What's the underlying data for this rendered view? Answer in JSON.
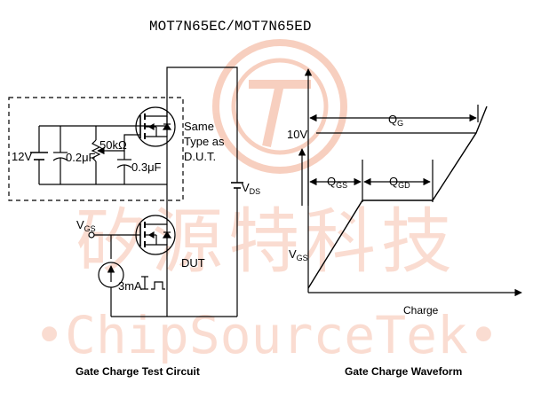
{
  "header": {
    "part_numbers": "MOT7N65EC/MOT7N65ED"
  },
  "watermark": {
    "chinese": "矽源特科技",
    "latin": "•ChipSourceTek•",
    "logo_color": "#f2a98c"
  },
  "circuit": {
    "caption": "Gate Charge Test Circuit",
    "labels": {
      "supply_12v": "12V",
      "cap_0_2uf": "0.2μF",
      "pot_50k": "50kΩ",
      "cap_0_3uf": "0.3μF",
      "same_type_line1": "Same",
      "same_type_line2": "Type as",
      "same_type_line3": "D.U.T.",
      "vds_main": "V",
      "vds_sub": "DS",
      "vgs_main": "V",
      "vgs_sub": "GS",
      "dut": "DUT",
      "current_source": "3mA"
    }
  },
  "waveform": {
    "caption": "Gate Charge Waveform",
    "labels": {
      "qg_main": "Q",
      "qg_sub": "G",
      "v10": "10V",
      "qgs_main": "Q",
      "qgs_sub": "GS",
      "qgd_main": "Q",
      "qgd_sub": "GD",
      "vgs_main": "V",
      "vgs_sub": "GS",
      "x_axis": "Charge"
    }
  }
}
